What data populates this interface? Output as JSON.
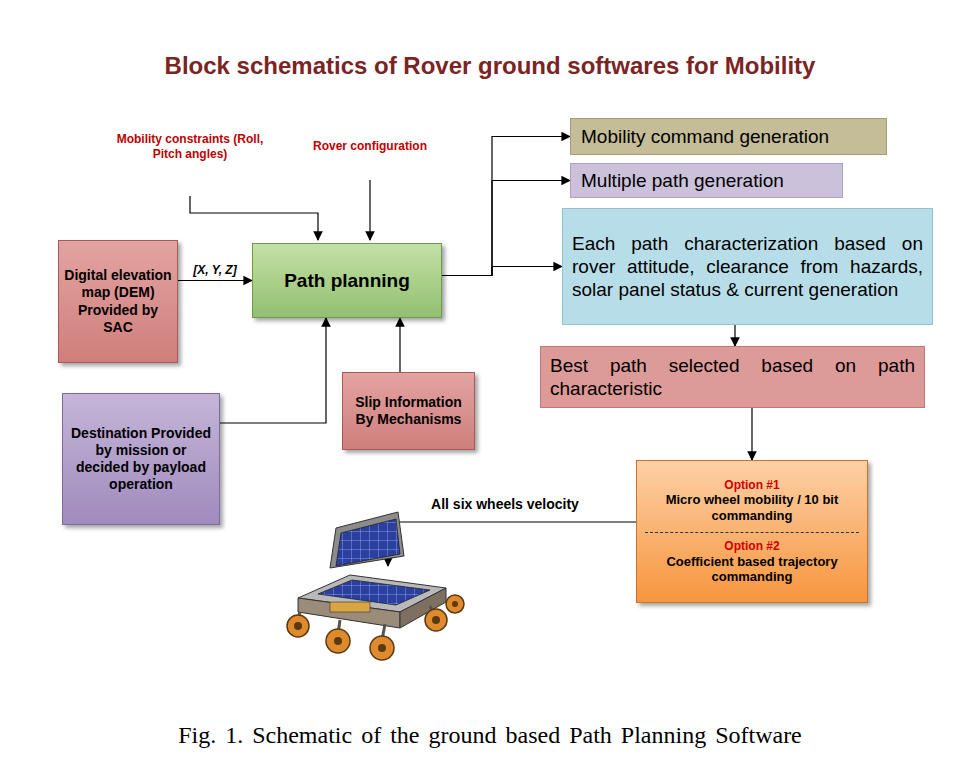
{
  "diagram": {
    "title": "Block schematics of Rover ground softwares for Mobility",
    "caption": "Fig. 1. Schematic of the ground based Path Planning Software",
    "nodes": [
      {
        "text": [
          "Digital elevation map (DEM) Provided by SAC"
        ]
      },
      {
        "text": [
          "Path planning"
        ]
      },
      {
        "text": [
          "Mobility command generation"
        ]
      },
      {
        "text": [
          "Multiple path generation"
        ]
      },
      {
        "text": [
          "Each path characterization based on rover attitude, clearance from hazards, solar panel status & current generation"
        ]
      },
      {
        "text": [
          "Best path selected based on path characteristic"
        ]
      },
      {
        "text": [
          "Destination Provided by mission or decided by payload operation"
        ]
      },
      {
        "text": [
          "Slip Information By Mechanisms"
        ]
      },
      {
        "text": [
          "Option #1",
          "Micro wheel mobility / 10 bit commanding",
          "Option #2",
          "Coefficient based trajectory commanding"
        ]
      }
    ],
    "edges": [
      {
        "from": 0,
        "to": 1,
        "arrow": "to",
        "label": "[X, Y, Z]"
      },
      {
        "from": 6,
        "to": 1,
        "arrow": "to"
      },
      {
        "from": 7,
        "to": 1,
        "arrow": "to"
      },
      {
        "from": 1,
        "to": 2,
        "arrow": "to"
      },
      {
        "from": 1,
        "to": 3,
        "arrow": "to"
      },
      {
        "from": 1,
        "to": 4,
        "arrow": "to"
      },
      {
        "from": 4,
        "to": 5,
        "arrow": "to"
      },
      {
        "from": 5,
        "to": 8,
        "arrow": "to"
      }
    ],
    "labels": [
      "Mobility constraints (Roll, Pitch angles)",
      "Rover configuration",
      "All six wheels velocity"
    ]
  }
}
